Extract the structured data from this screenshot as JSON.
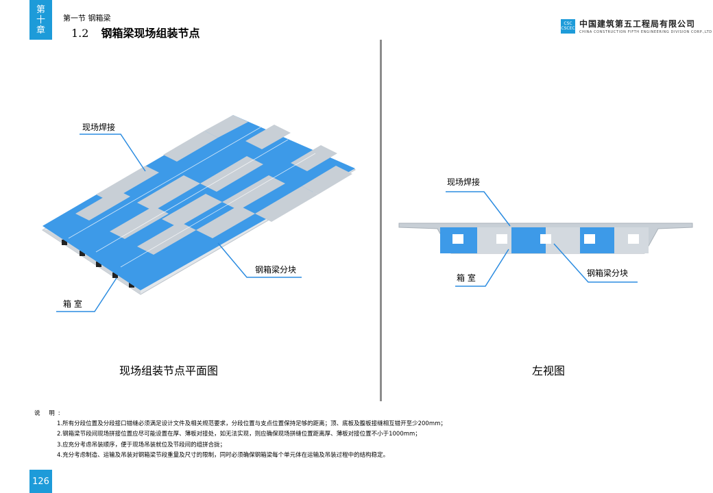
{
  "header": {
    "chapter_tab": [
      "第",
      "十",
      "章"
    ],
    "section": "第一节  钢箱梁",
    "subsection_number": "1.2",
    "subsection_title": "钢箱梁现场组装节点",
    "company_name_cn": "中国建筑第五工程局有限公司",
    "company_name_en": "CHINA CONSTRUCTION FIFTH ENGINEERING DIVISION CORP.,LTD",
    "logo_mark_text": [
      "CSC",
      "CSCEC"
    ]
  },
  "plan_view": {
    "caption": "现场组装节点平面图",
    "label_weld": "现场焊接",
    "label_segment": "钢箱梁分块",
    "label_box": "箱 室"
  },
  "side_view": {
    "caption": "左视图",
    "label_weld": "现场焊接",
    "label_segment": "钢箱梁分块",
    "label_box": "箱 室"
  },
  "notes": {
    "title": "说 明:",
    "items": [
      "1.所有分段位置及分段接口错缝必须满足设计文件及相关规范要求，分段位置与支点位置保持足够的距离；顶、底板及腹板接缝相互错开至少200mm；",
      "2.钢箱梁节段间现场拼接位置应尽可能设置在厚、薄板对接处，如无法实现，则应确保现场拼缝位置距离厚、薄板对接位置不小于1000mm；",
      "3.应充分考虑吊装顺序，便于现场吊装就位及节段间的组拼合拢；",
      "4.充分考虑制造、运输及吊装对钢箱梁节段重量及尺寸的限制，同时必须确保钢箱梁每个单元体在运输及吊装过程中的结构稳定。"
    ]
  },
  "page_number": "126",
  "colors": {
    "accent": "#1d9bd9",
    "segment_blue": "#3d9ae8",
    "segment_gray": "#c8cfd6",
    "divider": "#8c8c8c"
  }
}
